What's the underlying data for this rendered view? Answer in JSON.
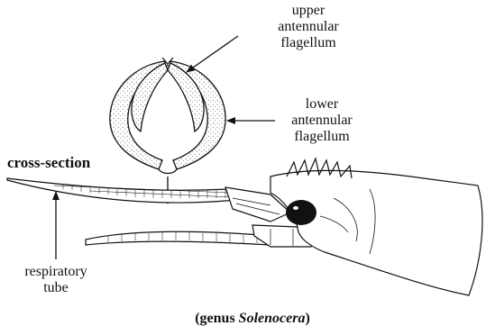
{
  "labels": {
    "upper_flagellum": [
      "upper",
      "antennular",
      "flagellum"
    ],
    "lower_flagellum": [
      "lower",
      "antennular",
      "flagellum"
    ],
    "cross_section": "cross-section",
    "respiratory_tube": [
      "respiratory",
      "tube"
    ],
    "genus_prefix": "(genus ",
    "genus_name": "Solenocera",
    "genus_suffix": ")"
  },
  "colors": {
    "ink": "#111111",
    "stipple_fill": "#d9d9d9",
    "eye_fill": "#111111",
    "background": "#ffffff"
  }
}
